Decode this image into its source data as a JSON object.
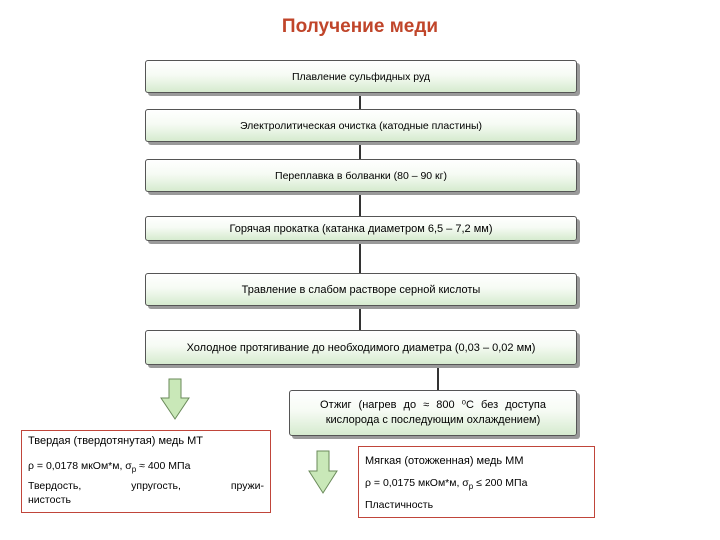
{
  "title": "Получение меди",
  "steps": [
    "Плавление сульфидных руд",
    "Электролитическая очистка (катодные пластины)",
    "Переплавка в болванки (80 – 90 кг)",
    "Горячая прокатка (катанка диаметром 6,5 – 7,2 мм)",
    "Травление в слабом растворе серной кислоты",
    "Холодное протягивание до необходимого диаметра (0,03 – 0,02 мм)"
  ],
  "annealing": {
    "line1": "Отжиг (нагрев до ≈ 800 ⁰С без доступа",
    "line2": "кислорода с последующим охлаждением)"
  },
  "hard_copper": {
    "title": "Твердая (твердотянутая) медь МТ",
    "resistivity": "ρ = 0,0178 мкОм*м, σ",
    "sub": "р",
    "strength": " ≈ 400 МПа",
    "props_line1": [
      "Твердость,",
      "упругость,",
      "пружи-"
    ],
    "props_line2": "нистость"
  },
  "soft_copper": {
    "title": "Мягкая (отожженная) медь ММ",
    "resistivity": "ρ = 0,0175 мкОм*м, σ",
    "sub": "р",
    "strength": " ≤ 200 МПа",
    "props": "Пластичность"
  },
  "colors": {
    "title": "#c0452a",
    "box_border": "#555555",
    "box_fill_bottom": "#d6ebcf",
    "arrow_fill": "#c9e8b8",
    "output_border": "#c0453a"
  }
}
